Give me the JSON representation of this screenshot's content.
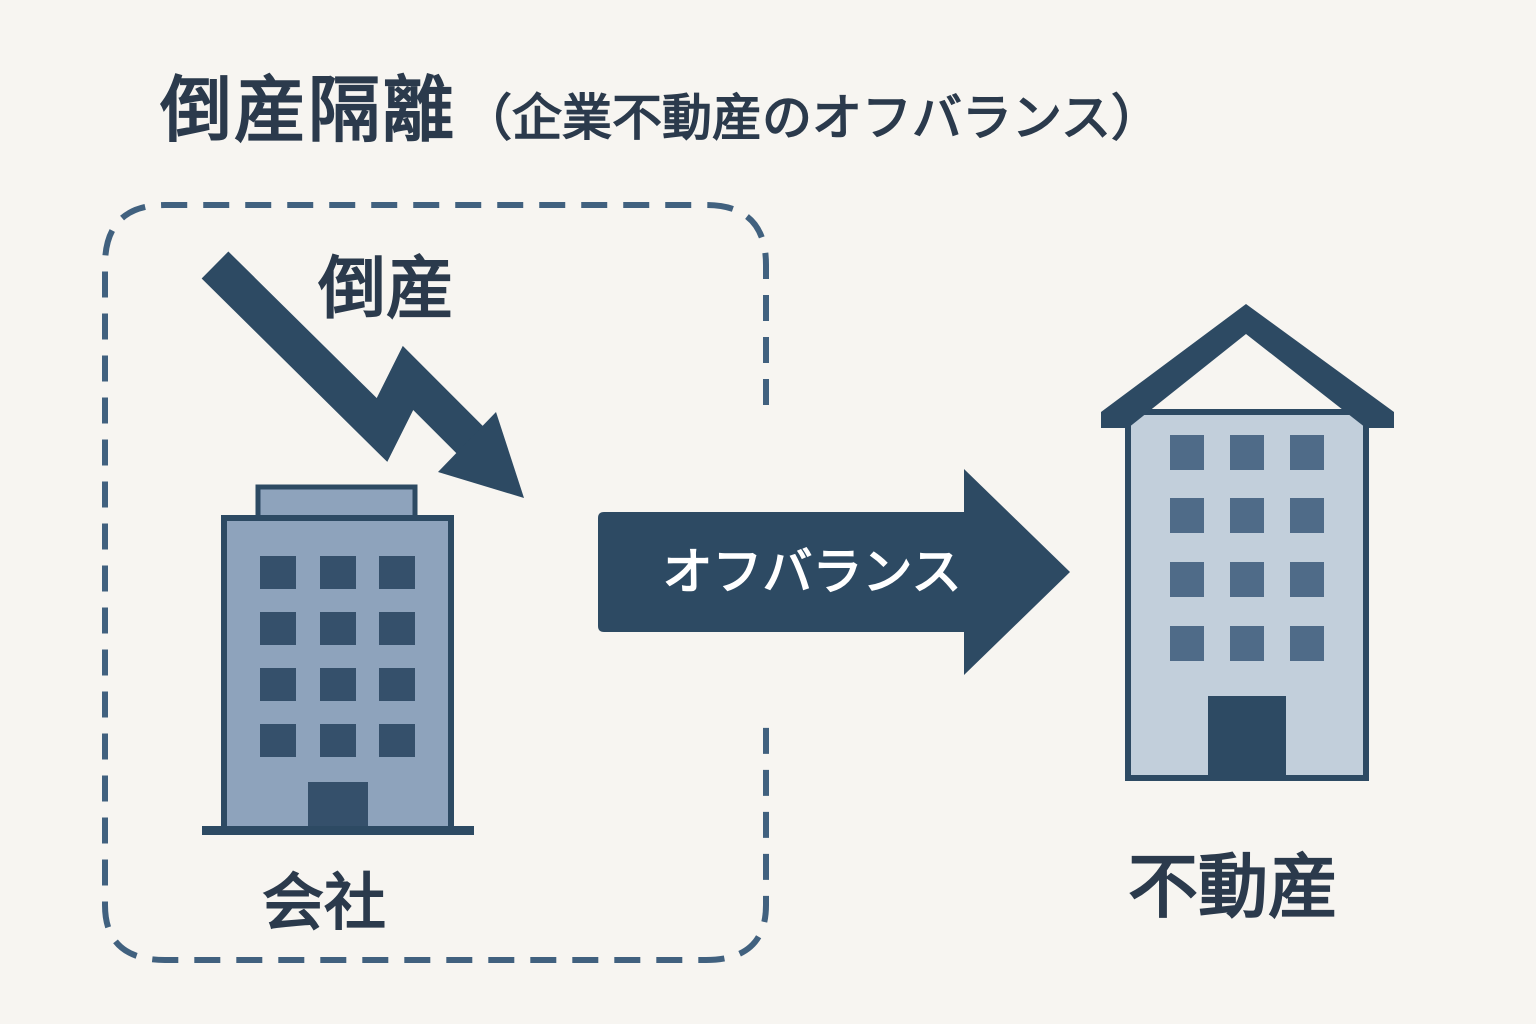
{
  "title": {
    "main": "倒産隔離",
    "sub": "（企業不動産のオフバランス）"
  },
  "labels": {
    "bankruptcy": "倒産",
    "company": "会社",
    "offbalance": "オフバランス",
    "real_estate": "不動産"
  },
  "colors": {
    "background": "#f7f5f1",
    "navy": "#2d4a63",
    "text": "#2b3a4c",
    "company_building": "#8ea3bc",
    "company_window": "#35506b",
    "realestate_building": "#c2cfdb",
    "realestate_window": "#4f6b88",
    "dashed_border": "#41617f"
  },
  "icons": {
    "decline_arrow": "zigzag-down-arrow-icon",
    "company": "office-building-icon",
    "real_estate": "house-building-icon",
    "transfer": "right-arrow-icon"
  }
}
